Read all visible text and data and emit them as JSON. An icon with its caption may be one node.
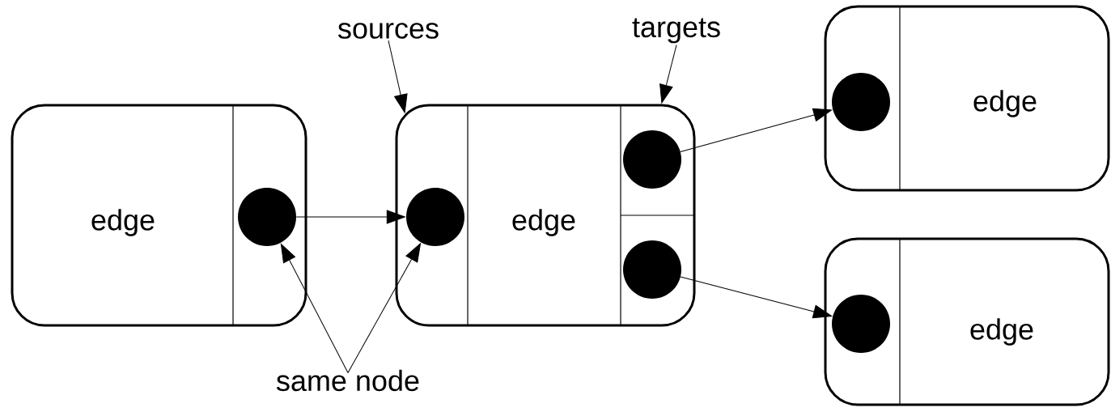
{
  "diagram": {
    "nodes": [
      {
        "text": [
          "edge"
        ]
      },
      {
        "text": [],
        "shape": "circle",
        "in": 0
      },
      {
        "text": [
          "edge"
        ]
      },
      {
        "text": [],
        "shape": "circle",
        "in": 2
      },
      {
        "text": [],
        "shape": "circle",
        "in": 2
      },
      {
        "text": [],
        "shape": "circle",
        "in": 2
      },
      {
        "text": [
          "edge"
        ]
      },
      {
        "text": [],
        "shape": "circle",
        "in": 6
      },
      {
        "text": [
          "edge"
        ]
      },
      {
        "text": [],
        "shape": "circle",
        "in": 8
      },
      {
        "text": [
          "sources"
        ]
      },
      {
        "text": [
          "targets"
        ]
      },
      {
        "text": [
          "same node"
        ]
      }
    ],
    "edges": [
      {
        "from": 1,
        "to": 3,
        "arrow": "to"
      },
      {
        "from": 4,
        "to": 7,
        "arrow": "to"
      },
      {
        "from": 5,
        "to": 9,
        "arrow": "to"
      },
      {
        "from": 10,
        "to": 2,
        "arrow": "to"
      },
      {
        "from": 11,
        "to": 2,
        "arrow": "to"
      },
      {
        "from": 12,
        "to": 1,
        "arrow": "to"
      },
      {
        "from": 12,
        "to": 3,
        "arrow": "to"
      }
    ]
  }
}
